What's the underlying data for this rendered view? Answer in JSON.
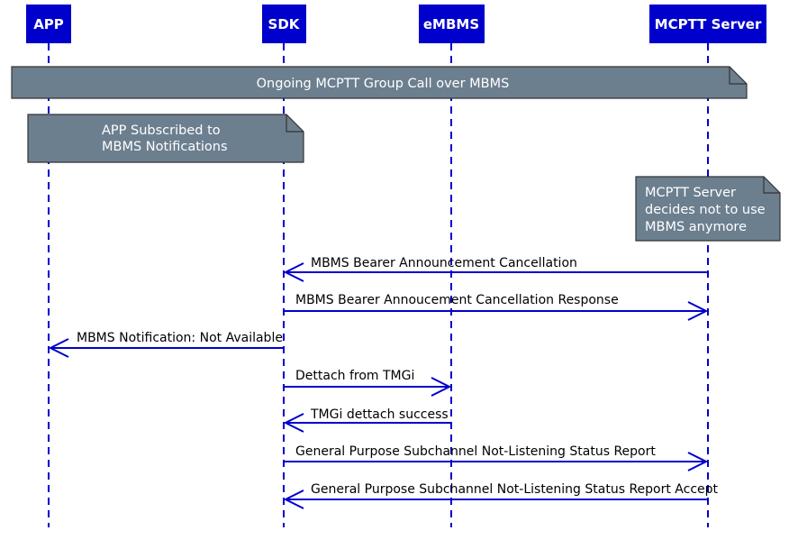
{
  "actors": [
    {
      "id": "app",
      "label": "APP"
    },
    {
      "id": "sdk",
      "label": "SDK"
    },
    {
      "id": "embms",
      "label": "eMBMS"
    },
    {
      "id": "server",
      "label": "MCPTT Server"
    }
  ],
  "notes": {
    "ongoing": [
      "Ongoing MCPTT Group Call over MBMS"
    ],
    "subscribed": [
      "APP Subscribed to",
      "MBMS Notifications"
    ],
    "decides": [
      "MCPTT Server",
      "decides not to use",
      "MBMS anymore"
    ]
  },
  "messages": [
    {
      "from": "server",
      "to": "sdk",
      "label": "MBMS Bearer Announcement Cancellation"
    },
    {
      "from": "sdk",
      "to": "server",
      "label": "MBMS Bearer Annoucement Cancellation Response"
    },
    {
      "from": "sdk",
      "to": "app",
      "label": "MBMS Notification: Not Available"
    },
    {
      "from": "sdk",
      "to": "embms",
      "label": "Dettach from TMGi"
    },
    {
      "from": "embms",
      "to": "sdk",
      "label": "TMGi dettach success"
    },
    {
      "from": "sdk",
      "to": "server",
      "label": "General Purpose Subchannel Not-Listening Status Report"
    },
    {
      "from": "server",
      "to": "sdk",
      "label": "General Purpose Subchannel Not-Listening Status Report Accept"
    }
  ]
}
